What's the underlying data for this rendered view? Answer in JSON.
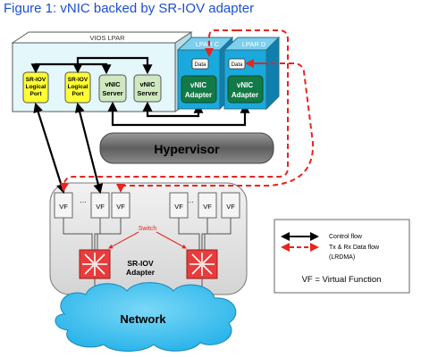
{
  "title": "Figure 1:  vNIC backed by SR-IOV adapter",
  "vios": {
    "label": "VIOS LPAR",
    "sriov_ports": [
      {
        "line1": "SR-IOV",
        "line2": "Logical",
        "line3": "Port"
      },
      {
        "line1": "SR-IOV",
        "line2": "Logical",
        "line3": "Port"
      }
    ],
    "vnic_servers": [
      {
        "line1": "vNIC",
        "line2": "Server"
      },
      {
        "line1": "vNIC",
        "line2": "Server"
      }
    ]
  },
  "lpars": [
    {
      "label": "LPAR C",
      "data_label": "Data",
      "adapter_line1": "vNIC",
      "adapter_line2": "Adapter"
    },
    {
      "label": "LPAR D",
      "data_label": "Data",
      "adapter_line1": "vNIC",
      "adapter_line2": "Adapter"
    }
  ],
  "hypervisor": "Hypervisor",
  "adapter": {
    "vf_label": "VF",
    "ellipsis": "...",
    "switch_label": "Switch",
    "name_line1": "SR-IOV",
    "name_line2": "Adapter"
  },
  "network": "Network",
  "legend": {
    "control_flow": "Control flow",
    "data_flow_line1": "Tx & Rx Data flow",
    "data_flow_line2": "(LRDMA)",
    "vf_definition": "VF = Virtual Function"
  },
  "colors": {
    "title": "#1a4fd0",
    "vios_fill": "#e4f7fa",
    "lpar_fill": "#19a9dc",
    "adapter_fill": "#127a46",
    "sriov_port_fill": "#ffff33",
    "vnic_server_fill": "#cfe8bf",
    "hypervisor_fill": "#6b6b6b",
    "adapter_box_fill": "#e4e4e4",
    "switch_fill": "#e83c3c",
    "network_fill": "#3dc2f2",
    "control_flow": "#000000",
    "data_flow": "#e5251e"
  }
}
